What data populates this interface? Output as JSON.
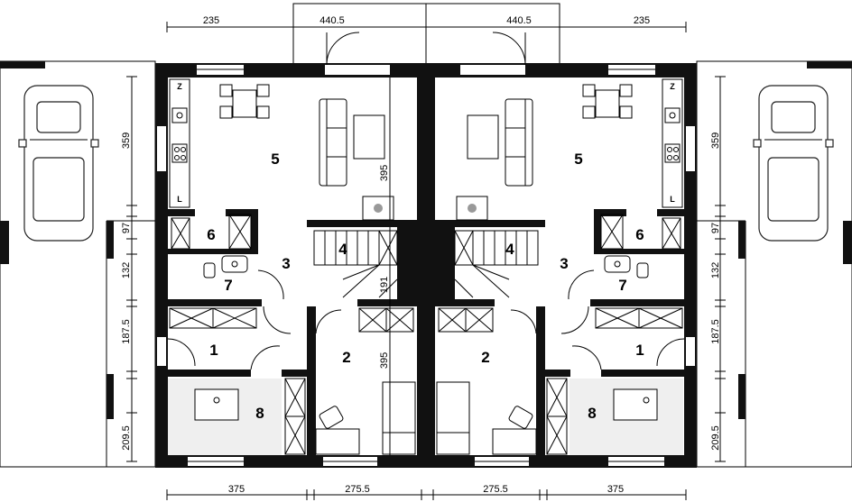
{
  "dimensions": {
    "top": [
      "235",
      "440.5",
      "440.5",
      "235"
    ],
    "bottom": [
      "375",
      "275.5",
      "275.5",
      "375"
    ],
    "left_side": [
      "359",
      "97",
      "132",
      "187.5",
      "209.5"
    ],
    "right_side": [
      "359",
      "97",
      "132",
      "187.5",
      "209.5"
    ],
    "inner_stair": "191",
    "inner_living": "395",
    "inner_room": "395"
  },
  "rooms": {
    "left": [
      "5",
      "6",
      "3",
      "4",
      "7",
      "1",
      "2",
      "8"
    ],
    "right": [
      "5",
      "6",
      "3",
      "4",
      "7",
      "1",
      "2",
      "8"
    ]
  },
  "kitchen_letters": [
    "Z",
    "L"
  ],
  "colors": {
    "wall": "#111111",
    "bathroom_fill": "#efefef",
    "background": "#ffffff"
  }
}
